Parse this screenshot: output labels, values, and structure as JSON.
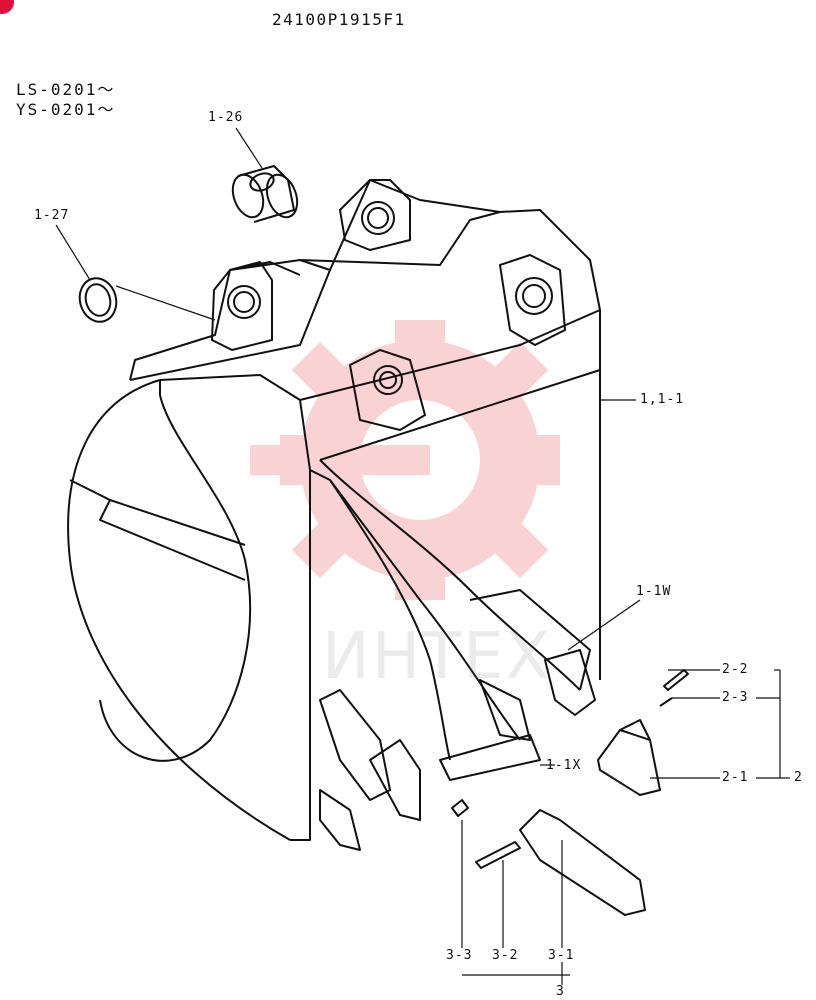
{
  "document": {
    "title": "24100P1915F1",
    "serial_ranges": [
      "LS-0201～",
      "YS-0201～"
    ]
  },
  "watermark": {
    "text": "ИНТЕХ",
    "color": "#e83a3a"
  },
  "callouts": {
    "c1_26": "1-26",
    "c1_27": "1-27",
    "c1_main": "1,1-1",
    "c1_1w": "1-1W",
    "c1_1x": "1-1X",
    "c2_2": "2-2",
    "c2_3": "2-3",
    "c2_1": "2-1",
    "c2": "2",
    "c3_3": "3-3",
    "c3_2": "3-2",
    "c3_1": "3-1",
    "c3": "3"
  },
  "icons": [
    "corner-badge-icon",
    "gear-watermark-icon"
  ]
}
